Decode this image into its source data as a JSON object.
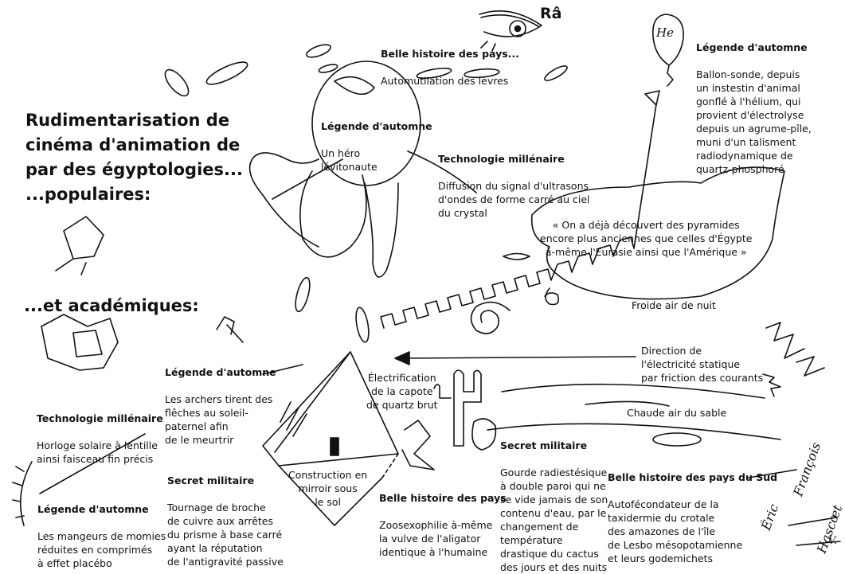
{
  "title": "Rudimentarisation de\ncinéma d'animation de\npar des égyptologies...\n...populaires:",
  "sub_academic": "...et académiques:",
  "ra": "Râ",
  "helium_symbol": "He",
  "signature": [
    "François",
    "Éric",
    "Hascœt",
    "V."
  ],
  "annotations": {
    "belle_histoire_1": {
      "title": "Belle histoire des pays...",
      "body": "Automutilation des lèvres"
    },
    "legende_heros": {
      "title": "Légende d'automne",
      "body": "Un héro\nlévitonaute"
    },
    "legende_ballon": {
      "title": "Légende d'automne",
      "body": "Ballon-sonde, depuis\nun instestin d'animal\ngonflé à l'hélium, qui\nprovient d'électrolyse\ndepuis un agrume-pîle,\nmuni d'un talisment\nradiodynamique de\nquartz-phosphoré"
    },
    "techno_ultrasons": {
      "title": "Technologie millénaire",
      "body": "Diffusion du signal d'ultrasons\nd'ondes de forme carré au ciel\ndu crystal"
    },
    "quote": "« On a déjà découvert des pyramides\nencore plus anciennes que celles d'Égypte\nà-même l'Eurasie ainsi que l'Amérique »",
    "froide": "Froide air de nuit",
    "direction": "Direction de\nl'électricité statique\npar friction des courants",
    "chaude": "Chaude air du sable",
    "legende_archers": {
      "title": "Légende d'automne",
      "body": "Les archers tirent des\nflêches au soleil-\npaternel afin\nde le meurtrir"
    },
    "electrification": "Électrification\nde la capote\nde quartz brut",
    "techno_horloge": {
      "title": "Technologie millénaire",
      "body": "Horloge solaire à lentille\nainsi faisceau fin précis"
    },
    "secret_broche": {
      "title": "Secret militaire",
      "body": "Tournage de broche\nde cuivre aux arrêtes\ndu prisme à base carré\nayant la réputation\nde l'antigravité passive"
    },
    "construction": "Construction en\nmirroir sous\nle  sol",
    "belle_zoo": {
      "title": "Belle histoire des pays",
      "body": "Zoosexophilie à-même\nla vulve de l'aligator\nidentique à l'humaine"
    },
    "secret_gourde": {
      "title": "Secret militaire",
      "body": "Gourde radiestésique\nà double paroi qui ne\nse vide jamais de son\ncontenu d'eau, par le\nchangement de\ntempérature\ndrastique du cactus\ndes jours et des nuits"
    },
    "belle_sud": {
      "title": "Belle histoire des pays du Sud",
      "body": "Autofécondateur de la\ntaxidermie du crotale\ndes amazones de l'île\nde Lesbo mésopotamienne\net leurs godemichets"
    },
    "legende_momies": {
      "title": "Légende d'automne",
      "body": "Les mangeurs de momies\nréduites en comprimés\nà effet placébo"
    }
  }
}
